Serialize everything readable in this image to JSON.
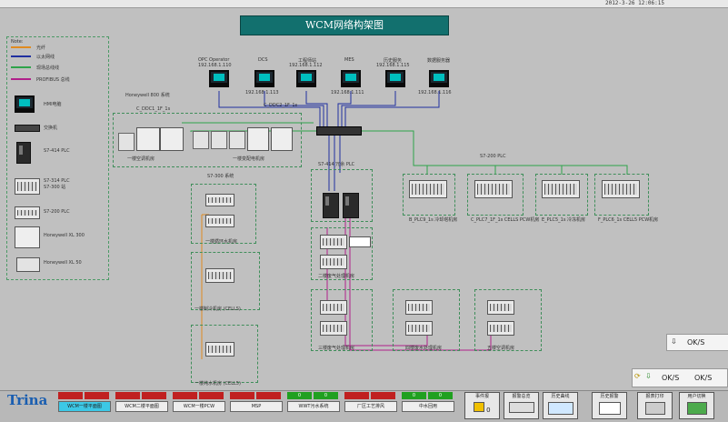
{
  "topbar": {
    "datetime": "2012-3-26  12:06:15"
  },
  "title": "WCM网络构架图",
  "legend": {
    "heading": "Note:",
    "items": [
      {
        "label": "光纤",
        "color": "#e08a20"
      },
      {
        "label": "以太网线",
        "color": "#2030a0"
      },
      {
        "label": "现场总线线",
        "color": "#2ea34a"
      },
      {
        "label": "PROFIBUS 总线",
        "color": "#b0208a"
      }
    ],
    "devices": [
      {
        "label": "HMI电脑"
      },
      {
        "label": "交换机"
      },
      {
        "label": "S7-414 PLC"
      },
      {
        "label": "S7-314 PLC\nS7-300 站"
      },
      {
        "label": "S7-200 PLC"
      },
      {
        "label": "Honeywell XL 300"
      },
      {
        "label": "Honeywell XL 50"
      }
    ]
  },
  "pcs": [
    {
      "label": "OPC Operator",
      "ip": "192.168.1.110"
    },
    {
      "label": "DCS",
      "ip": "192.168.1.113"
    },
    {
      "label": "工程师站",
      "ip": "192.168.1.112"
    },
    {
      "label": "MES",
      "ip": "192.168.1.111"
    },
    {
      "label": "历史服务",
      "ip": "192.168.1.115"
    },
    {
      "label": "数据服务器",
      "ip": "192.168.1.116"
    }
  ],
  "labels": {
    "honeywell": "Honeywell 800 系统",
    "ddc1": "C_DDC1_1F_1s",
    "ddc2": "C_DDC2_1F_1s",
    "tech1": "一楼空调机房",
    "tech2": "一楼变配电机房",
    "s7_300": "S7-300 系统",
    "s7_414": "S7-414 冗余 PLC",
    "s7_200": "S7-200 PLC",
    "room1": "一楼循环水机房",
    "room2": "一楼制冷机房 (CELLS)",
    "room3": "一楼纯水机房 (CELL5)",
    "room4": "二楼废气处理机房",
    "room5": "三楼废气处理机房",
    "room6": "四楼废水处理机房",
    "room7": "五楼空调机房",
    "s200a": "B_PLC9_1s 冷却塔机房",
    "s200b": "C_PLC7_1F_1s CELLS PCW机房",
    "s200c": "E_PLC5_1s 冷冻机房",
    "s200d": "F_PLC6_1s CELL5 PCW机房"
  },
  "bottom": {
    "logo": "Trina",
    "nav": [
      {
        "label": "WCM一楼平面图",
        "s1": "",
        "s2": ""
      },
      {
        "label": "WCM二楼平面图",
        "s1": "",
        "s2": ""
      },
      {
        "label": "WCM一楼PCW",
        "s1": "",
        "s2": ""
      },
      {
        "label": "MSP",
        "s1": "",
        "s2": ""
      },
      {
        "label": "WWT污水系统",
        "s1": "0",
        "s2": "0"
      },
      {
        "label": "厂区工艺排风",
        "s1": "",
        "s2": ""
      },
      {
        "label": "中水回用",
        "s1": "0",
        "s2": "0"
      }
    ],
    "func": [
      {
        "label": "事件报",
        "value": "0"
      },
      {
        "label": "报警总览"
      },
      {
        "label": "历史曲线"
      },
      {
        "label": "历史报警"
      },
      {
        "label": "报表打印"
      },
      {
        "label": "用户切换"
      }
    ]
  },
  "status": {
    "ok1": "OK/S",
    "ok2": "OK/S",
    "ok3": "OK/S"
  }
}
